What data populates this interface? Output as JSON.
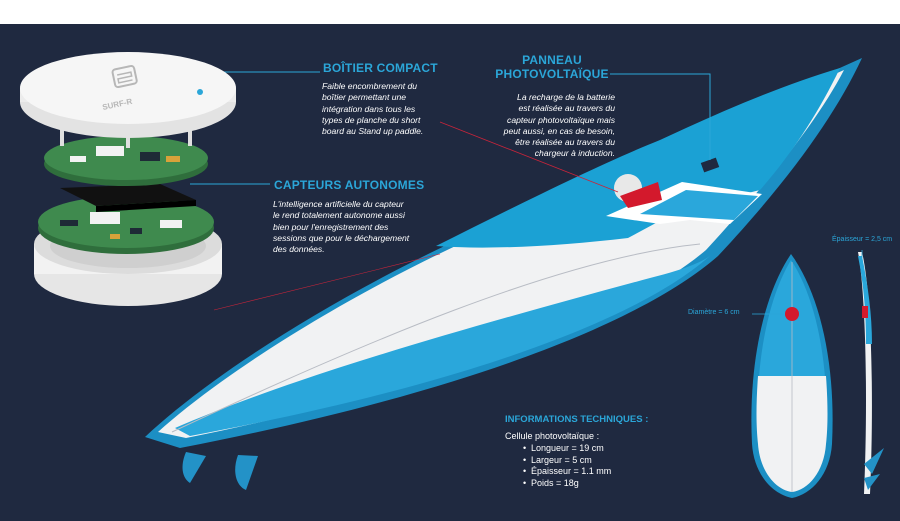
{
  "logo": {
    "text": "SURF-R"
  },
  "compact_case": {
    "title": "BOÎTIER COMPACT",
    "lines": [
      "Faible encombrement du",
      "boîtier permettant une",
      "intégration dans tous les",
      "types de planche du short",
      "board au Stand up paddle."
    ]
  },
  "solar_panel": {
    "title_lines": [
      "PANNEAU",
      "PHOTOVOLTAÏQUE"
    ],
    "lines": [
      "La recharge de la batterie",
      "est réalisée au travers du",
      "capteur photovoltaïque mais",
      "peut aussi, en cas de besoin,",
      "être réalisée au travers du",
      "chargeur à induction."
    ]
  },
  "sensors": {
    "title": "CAPTEURS AUTONOMES",
    "lines": [
      "L'intelligence artificielle du capteur",
      "le rend totalement autonome aussi",
      "bien pour l'enregistrement des",
      "sessions que pour le déchargement",
      "des données."
    ]
  },
  "dimensions": {
    "thickness": "Épaisseur = 2,5 cm",
    "diameter": "Diamètre = 6 cm"
  },
  "tech_info": {
    "title": "INFORMATIONS TECHNIQUES :",
    "subtitle": "Cellule photovoltaïque :",
    "items": [
      "Longueur = 19 cm",
      "Largeur = 5 cm",
      "Épaisseur = 1.1 mm",
      "Poids = 18g"
    ]
  },
  "colors": {
    "background": "#1f2940",
    "accent": "#2ba6d8",
    "board_light": "#ededed",
    "sensor_red": "#d3192c",
    "pcb_green": "#3f8a4e"
  }
}
